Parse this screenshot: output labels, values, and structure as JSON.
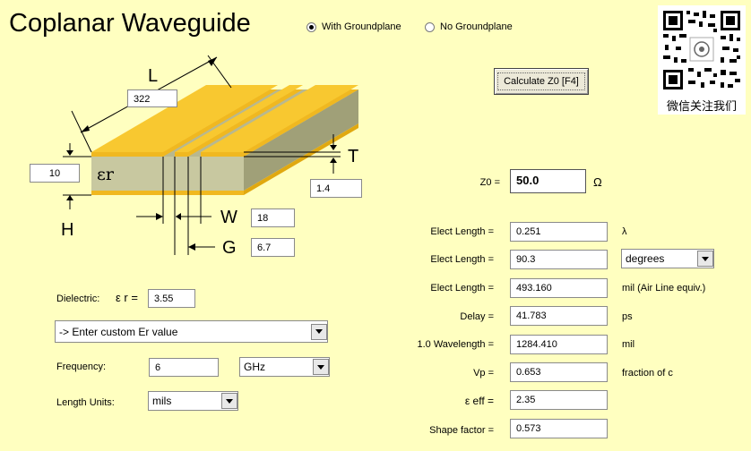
{
  "title": "Coplanar Waveguide",
  "radio": {
    "with_ground": "With Groundplane",
    "no_ground": "No Groundplane"
  },
  "calculate_button": "Calculate Z0  [F4]",
  "qr_caption": "微信关注我们",
  "diagram": {
    "label_L": "L",
    "label_T": "T",
    "label_H": "H",
    "label_W": "W",
    "label_G": "G",
    "label_er": "εr",
    "L_value": "322",
    "H_value": "10",
    "T_value": "1.4",
    "W_value": "18",
    "G_value": "6.7"
  },
  "inputs": {
    "dielectric_label": "Dielectric:",
    "er_label": "ε r =",
    "er_value": "3.55",
    "material_value": "-> Enter custom Er value",
    "frequency_label": "Frequency:",
    "frequency_value": "6",
    "frequency_unit": "GHz",
    "length_units_label": "Length Units:",
    "length_units_value": "mils"
  },
  "results": {
    "z0_label": "Z0 =",
    "z0_value": "50.0",
    "z0_unit": "Ω",
    "elect_len1_label": "Elect Length =",
    "elect_len1_value": "0.251",
    "elect_len1_unit": "λ",
    "elect_len2_label": "Elect Length =",
    "elect_len2_value": "90.3",
    "elect_len2_unit": "degrees",
    "elect_len3_label": "Elect Length =",
    "elect_len3_value": "493.160",
    "elect_len3_unit": "mil  (Air Line equiv.)",
    "delay_label": "Delay =",
    "delay_value": "41.783",
    "delay_unit": "ps",
    "wavelength_label": "1.0 Wavelength =",
    "wavelength_value": "1284.410",
    "wavelength_unit": "mil",
    "vp_label": "Vp =",
    "vp_value": "0.653",
    "vp_unit": "fraction of c",
    "eeff_label": "ε eff =",
    "eeff_value": "2.35",
    "shape_label": "Shape factor =",
    "shape_value": "0.573"
  },
  "colors": {
    "background": "#ffffc0",
    "substrate": "#c8c8a0",
    "conductor": "#f0b820"
  }
}
